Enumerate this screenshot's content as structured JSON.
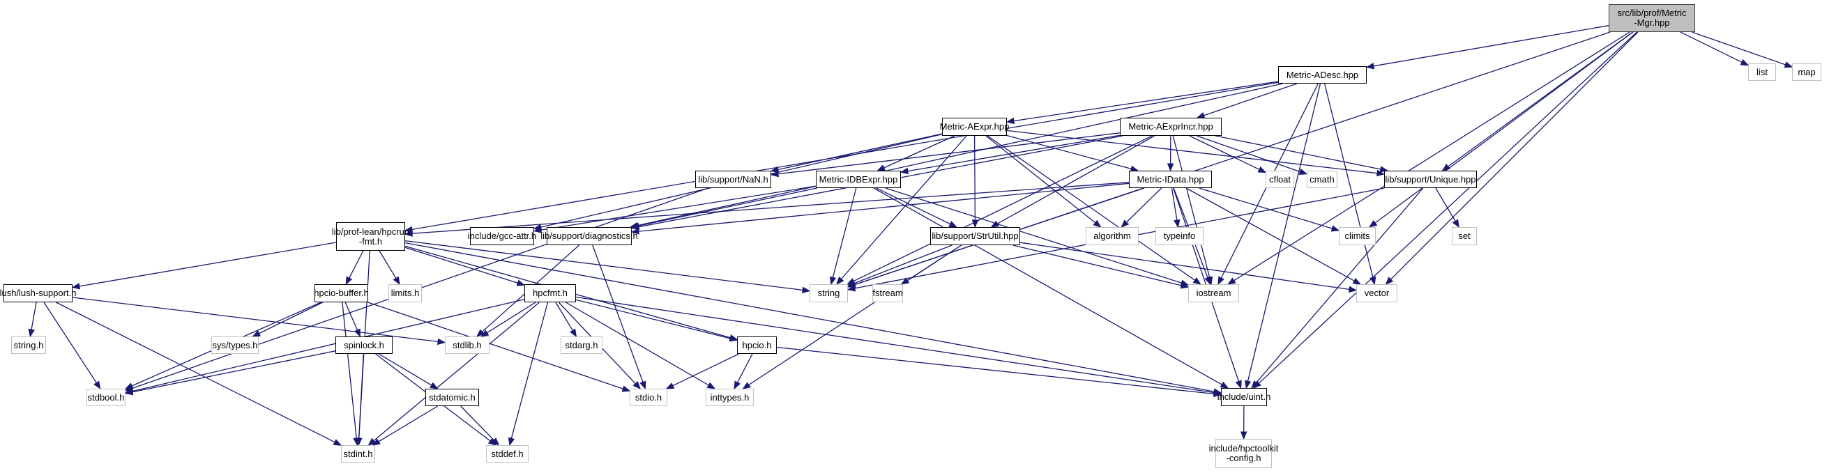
{
  "diagram": {
    "type": "include-dependency-graph",
    "root": "src/lib/prof/Metric-Mgr.hpp",
    "colors": {
      "edge": "#191970",
      "root_fill": "#bfbfbf",
      "local_border": "#000000",
      "system_border": "#bfbfbf"
    },
    "nodes": [
      {
        "id": "mgr",
        "label": "src/lib/prof/Metric\n-Mgr.hpp",
        "kind": "root"
      },
      {
        "id": "adesc",
        "label": "Metric-ADesc.hpp",
        "kind": "local"
      },
      {
        "id": "list",
        "label": "list",
        "kind": "system"
      },
      {
        "id": "map",
        "label": "map",
        "kind": "system"
      },
      {
        "id": "aexpr",
        "label": "Metric-AExpr.hpp",
        "kind": "local"
      },
      {
        "id": "aexprincr",
        "label": "Metric-AExprIncr.hpp",
        "kind": "local"
      },
      {
        "id": "nan",
        "label": "lib/support/NaN.h",
        "kind": "local"
      },
      {
        "id": "idbexpr",
        "label": "Metric-IDBExpr.hpp",
        "kind": "local"
      },
      {
        "id": "idata",
        "label": "Metric-IData.hpp",
        "kind": "local"
      },
      {
        "id": "cfloat",
        "label": "cfloat",
        "kind": "system"
      },
      {
        "id": "cmath",
        "label": "cmath",
        "kind": "system"
      },
      {
        "id": "unique",
        "label": "lib/support/Unique.hpp",
        "kind": "local"
      },
      {
        "id": "hpcrunfmt",
        "label": "lib/prof-lean/hpcrun\n-fmt.h",
        "kind": "local"
      },
      {
        "id": "gccattr",
        "label": "include/gcc-attr.h",
        "kind": "local"
      },
      {
        "id": "diag",
        "label": "lib/support/diagnostics.h",
        "kind": "local"
      },
      {
        "id": "algorithm",
        "label": "algorithm",
        "kind": "system"
      },
      {
        "id": "typeinfo",
        "label": "typeinfo",
        "kind": "system"
      },
      {
        "id": "strutil",
        "label": "lib/support/StrUtil.hpp",
        "kind": "local"
      },
      {
        "id": "climits",
        "label": "climits",
        "kind": "system"
      },
      {
        "id": "set",
        "label": "set",
        "kind": "system"
      },
      {
        "id": "lush",
        "label": "lush/lush-support.h",
        "kind": "local"
      },
      {
        "id": "hpciobuf",
        "label": "hpcio-buffer.h",
        "kind": "local"
      },
      {
        "id": "limits",
        "label": "limits.h",
        "kind": "system"
      },
      {
        "id": "hpcfmt",
        "label": "hpcfmt.h",
        "kind": "local"
      },
      {
        "id": "string",
        "label": "string",
        "kind": "system"
      },
      {
        "id": "fstream",
        "label": "fstream",
        "kind": "system"
      },
      {
        "id": "iostream",
        "label": "iostream",
        "kind": "system"
      },
      {
        "id": "vector",
        "label": "vector",
        "kind": "system"
      },
      {
        "id": "stringh",
        "label": "string.h",
        "kind": "system"
      },
      {
        "id": "systypes",
        "label": "sys/types.h",
        "kind": "system"
      },
      {
        "id": "stdlib",
        "label": "stdlib.h",
        "kind": "system"
      },
      {
        "id": "spinlock",
        "label": "spinlock.h",
        "kind": "local"
      },
      {
        "id": "stdarg",
        "label": "stdarg.h",
        "kind": "system"
      },
      {
        "id": "hpcio",
        "label": "hpcio.h",
        "kind": "local"
      },
      {
        "id": "stdbool",
        "label": "stdbool.h",
        "kind": "system"
      },
      {
        "id": "stdatomic",
        "label": "stdatomic.h",
        "kind": "local"
      },
      {
        "id": "stdio",
        "label": "stdio.h",
        "kind": "system"
      },
      {
        "id": "inttypes",
        "label": "inttypes.h",
        "kind": "system"
      },
      {
        "id": "uint",
        "label": "include/uint.h",
        "kind": "local"
      },
      {
        "id": "stdint",
        "label": "stdint.h",
        "kind": "system"
      },
      {
        "id": "stddef",
        "label": "stddef.h",
        "kind": "system"
      },
      {
        "id": "hpctkconfig",
        "label": "include/hpctoolkit\n-config.h",
        "kind": "system"
      }
    ],
    "edges": [
      [
        "mgr",
        "adesc"
      ],
      [
        "mgr",
        "list"
      ],
      [
        "mgr",
        "map"
      ],
      [
        "mgr",
        "string"
      ],
      [
        "mgr",
        "climits"
      ],
      [
        "mgr",
        "unique"
      ],
      [
        "mgr",
        "iostream"
      ],
      [
        "mgr",
        "vector"
      ],
      [
        "mgr",
        "uint"
      ],
      [
        "adesc",
        "aexpr"
      ],
      [
        "adesc",
        "aexprincr"
      ],
      [
        "adesc",
        "hpcrunfmt"
      ],
      [
        "adesc",
        "diag"
      ],
      [
        "adesc",
        "iostream"
      ],
      [
        "adesc",
        "vector"
      ],
      [
        "adesc",
        "uint"
      ],
      [
        "aexpr",
        "nan"
      ],
      [
        "aexpr",
        "idbexpr"
      ],
      [
        "aexpr",
        "idata"
      ],
      [
        "aexpr",
        "unique"
      ],
      [
        "aexpr",
        "gccattr"
      ],
      [
        "aexpr",
        "string"
      ],
      [
        "aexpr",
        "strutil"
      ],
      [
        "aexpr",
        "algorithm"
      ],
      [
        "aexpr",
        "iostream"
      ],
      [
        "aexprincr",
        "nan"
      ],
      [
        "aexprincr",
        "idbexpr"
      ],
      [
        "aexprincr",
        "idata"
      ],
      [
        "aexprincr",
        "cfloat"
      ],
      [
        "aexprincr",
        "cmath"
      ],
      [
        "aexprincr",
        "unique"
      ],
      [
        "aexprincr",
        "diag"
      ],
      [
        "aexprincr",
        "string"
      ],
      [
        "aexprincr",
        "strutil"
      ],
      [
        "aexprincr",
        "iostream"
      ],
      [
        "nan",
        "stdbool"
      ],
      [
        "idbexpr",
        "gccattr"
      ],
      [
        "idbexpr",
        "diag"
      ],
      [
        "idbexpr",
        "strutil"
      ],
      [
        "idbexpr",
        "string"
      ],
      [
        "idbexpr",
        "iostream"
      ],
      [
        "idbexpr",
        "uint"
      ],
      [
        "idata",
        "hpcrunfmt"
      ],
      [
        "idata",
        "diag"
      ],
      [
        "idata",
        "algorithm"
      ],
      [
        "idata",
        "typeinfo"
      ],
      [
        "idata",
        "climits"
      ],
      [
        "idata",
        "string"
      ],
      [
        "idata",
        "iostream"
      ],
      [
        "idata",
        "vector"
      ],
      [
        "idata",
        "uint"
      ],
      [
        "unique",
        "set"
      ],
      [
        "unique",
        "string"
      ],
      [
        "unique",
        "uint"
      ],
      [
        "hpcrunfmt",
        "lush"
      ],
      [
        "hpcrunfmt",
        "hpciobuf"
      ],
      [
        "hpcrunfmt",
        "limits"
      ],
      [
        "hpcrunfmt",
        "hpcfmt"
      ],
      [
        "hpcrunfmt",
        "hpcio"
      ],
      [
        "hpcrunfmt",
        "stdint"
      ],
      [
        "hpcrunfmt",
        "uint"
      ],
      [
        "hpcrunfmt",
        "string"
      ],
      [
        "diag",
        "stdio"
      ],
      [
        "diag",
        "stdlib"
      ],
      [
        "strutil",
        "string"
      ],
      [
        "strutil",
        "fstream"
      ],
      [
        "strutil",
        "iostream"
      ],
      [
        "strutil",
        "vector"
      ],
      [
        "strutil",
        "inttypes"
      ],
      [
        "lush",
        "stringh"
      ],
      [
        "lush",
        "stdbool"
      ],
      [
        "lush",
        "stdlib"
      ],
      [
        "lush",
        "stdint"
      ],
      [
        "hpciobuf",
        "systypes"
      ],
      [
        "hpciobuf",
        "spinlock"
      ],
      [
        "hpciobuf",
        "stdbool"
      ],
      [
        "hpciobuf",
        "stdint"
      ],
      [
        "hpciobuf",
        "stdio"
      ],
      [
        "hpcfmt",
        "stdlib"
      ],
      [
        "hpcfmt",
        "stdarg"
      ],
      [
        "hpcfmt",
        "stdio"
      ],
      [
        "hpcfmt",
        "hpcio"
      ],
      [
        "hpcfmt",
        "inttypes"
      ],
      [
        "hpcfmt",
        "stdbool"
      ],
      [
        "hpcfmt",
        "stdint"
      ],
      [
        "hpcfmt",
        "stddef"
      ],
      [
        "hpcfmt",
        "uint"
      ],
      [
        "spinlock",
        "stdbool"
      ],
      [
        "spinlock",
        "stdint"
      ],
      [
        "spinlock",
        "stdatomic"
      ],
      [
        "spinlock",
        "stddef"
      ],
      [
        "hpcio",
        "stdio"
      ],
      [
        "hpcio",
        "inttypes"
      ],
      [
        "hpcio",
        "uint"
      ],
      [
        "stdatomic",
        "stdint"
      ],
      [
        "stdatomic",
        "stddef"
      ],
      [
        "uint",
        "hpctkconfig"
      ]
    ]
  }
}
